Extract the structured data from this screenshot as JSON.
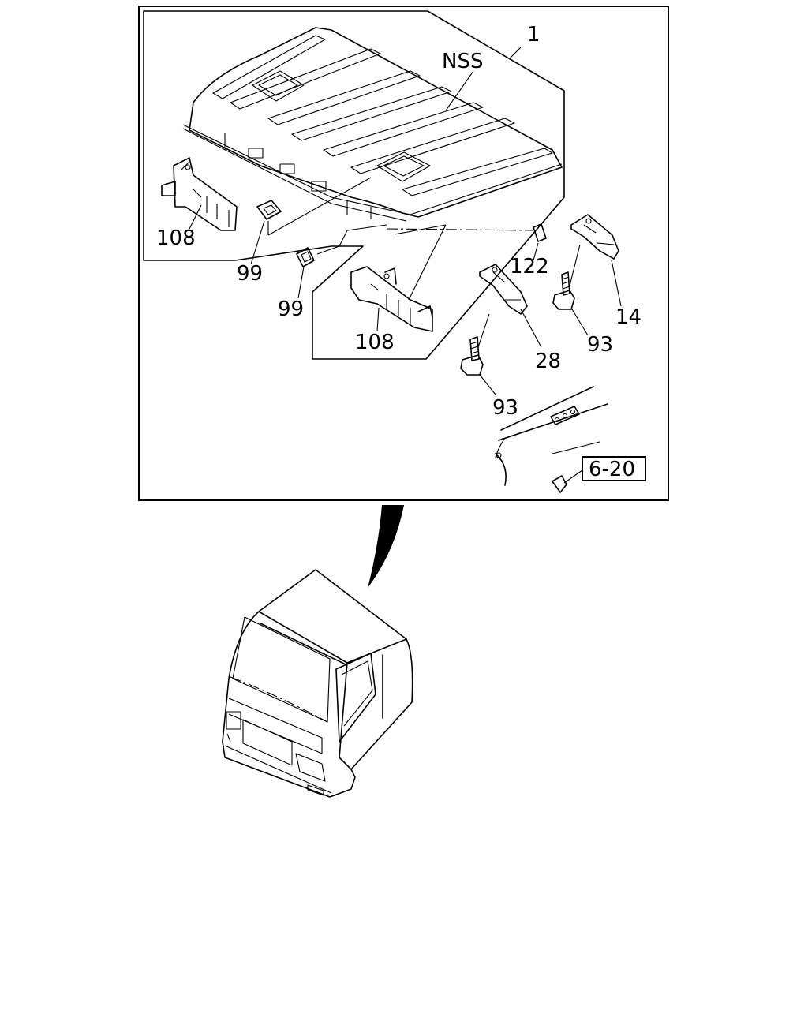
{
  "diagram": {
    "callouts": {
      "roof_assembly": "1",
      "nss": "NSS",
      "bracket_left": "108",
      "nut_left": "99",
      "nut_center": "99",
      "bracket_center": "108",
      "clip": "122",
      "bracket_28": "28",
      "bracket_14": "14",
      "bolt_right": "93",
      "bolt_lower": "93"
    },
    "reference_box": "6-20"
  }
}
